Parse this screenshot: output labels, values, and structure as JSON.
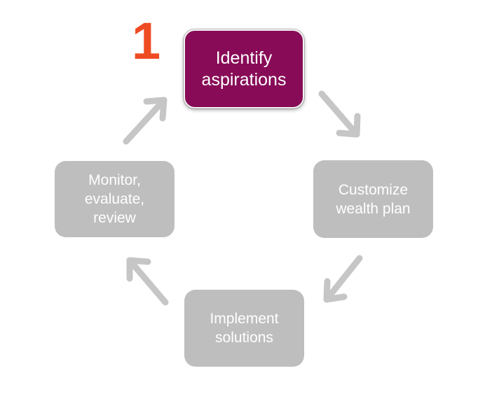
{
  "step_number": "1",
  "steps": [
    {
      "label": "Identify\naspirations",
      "active": true
    },
    {
      "label": "Customize\nwealth plan",
      "active": false
    },
    {
      "label": "Implement\nsolutions",
      "active": false
    },
    {
      "label": "Monitor,\nevaluate,\nreview",
      "active": false
    }
  ],
  "colors": {
    "active_box": "#880b57",
    "inactive_box": "#bebebe",
    "arrow": "#c6c6c6",
    "step_number": "#ef4b23"
  }
}
